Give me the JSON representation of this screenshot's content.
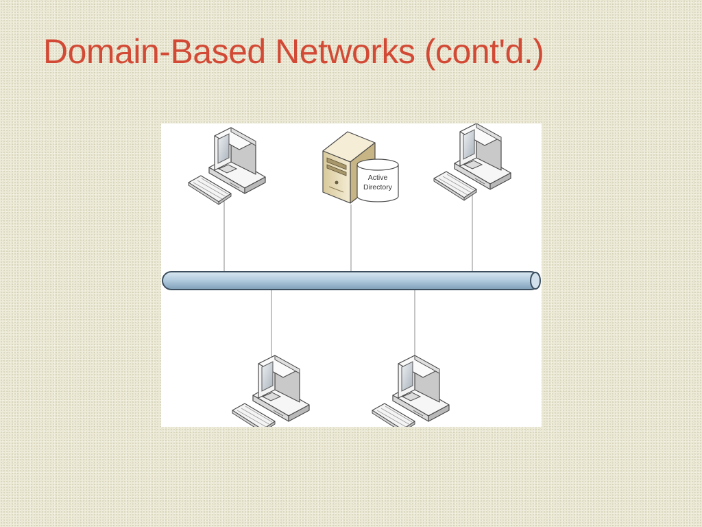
{
  "slide": {
    "title": "Domain-Based Networks (cont'd.)"
  },
  "diagram": {
    "database": {
      "label_line1": "Active",
      "label_line2": "Directory"
    }
  },
  "colors": {
    "title": "#d24a35",
    "background": "#ecead6",
    "panel": "#ffffff",
    "bus_fill": "#b6cfe1",
    "bus_stroke": "#3d4f5e",
    "link_line": "#8a8a8a",
    "computer_body": "#f2f2f2",
    "computer_shade": "#cfcfcf",
    "screen": "#cfd4d9",
    "server_body": "#e3d7b4",
    "server_shade": "#bfae80"
  },
  "icons": {
    "workstation": "desktop-computer-icon",
    "server": "server-tower-icon",
    "database": "database-cylinder-icon"
  }
}
